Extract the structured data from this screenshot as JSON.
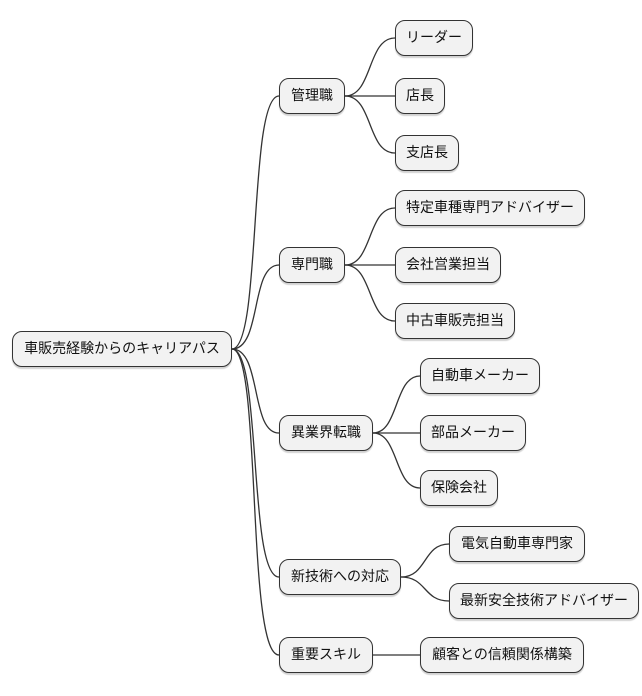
{
  "canvas": {
    "background": "#ffffff",
    "node_fill": "#f2f2f2",
    "node_border": "#333333",
    "edge_color": "#333333",
    "text_color": "#111111"
  },
  "diagram": {
    "type": "mindmap",
    "root": {
      "label": "車販売経験からのキャリアパス"
    },
    "branches": [
      {
        "label": "管理職",
        "children": [
          {
            "label": "リーダー"
          },
          {
            "label": "店長"
          },
          {
            "label": "支店長"
          }
        ]
      },
      {
        "label": "専門職",
        "children": [
          {
            "label": "特定車種専門アドバイザー"
          },
          {
            "label": "会社営業担当"
          },
          {
            "label": "中古車販売担当"
          }
        ]
      },
      {
        "label": "異業界転職",
        "children": [
          {
            "label": "自動車メーカー"
          },
          {
            "label": "部品メーカー"
          },
          {
            "label": "保険会社"
          }
        ]
      },
      {
        "label": "新技術への対応",
        "children": [
          {
            "label": "電気自動車専門家"
          },
          {
            "label": "最新安全技術アドバイザー"
          }
        ]
      },
      {
        "label": "重要スキル",
        "children": [
          {
            "label": "顧客との信頼関係構築"
          }
        ]
      }
    ]
  }
}
